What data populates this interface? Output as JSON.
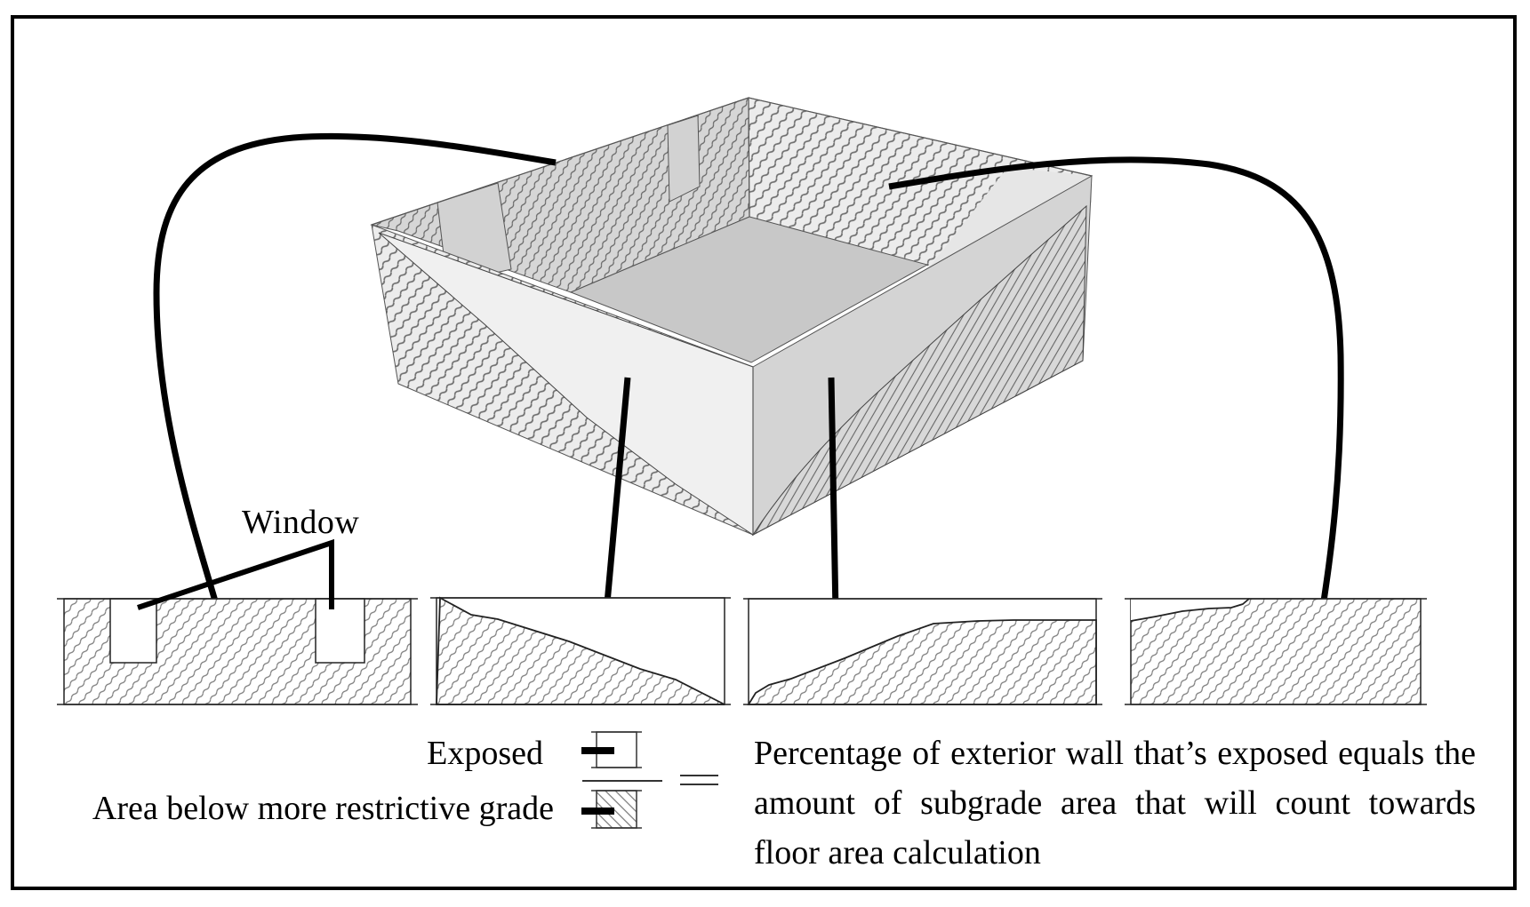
{
  "title": "Subgrade floor area calculation based on exposed exterior wall",
  "labels": {
    "window": "Window",
    "exposed": "Exposed",
    "area_below_grade": "Area below more restrictive grade",
    "equals_symbol": "=",
    "explanation": "Percentage of exterior wall that’s exposed equals the amount of subgrade area that will count towards floor area calculation"
  },
  "illustration": {
    "subject": "3D cutaway of a basement box with hatched (below-grade) wall areas",
    "panels": [
      {
        "id": "wall-1",
        "description": "Wall elevation with two windows, mostly below grade"
      },
      {
        "id": "wall-2",
        "description": "Wall elevation with grade sloping down left to right"
      },
      {
        "id": "wall-3",
        "description": "Wall elevation with grade rising left to right"
      },
      {
        "id": "wall-4",
        "description": "Wall elevation almost entirely below grade"
      }
    ],
    "legend": {
      "numerator_icon": "exposed-wall-icon",
      "denominator_icon": "hatched-wall-icon"
    }
  },
  "colors": {
    "line": "#000000",
    "sketch_line": "#555555",
    "hatch": "#6e6e6e",
    "wall_light": "#f0f0f0",
    "wall_mid": "#d4d4d4",
    "floor": "#c8c8c8"
  }
}
